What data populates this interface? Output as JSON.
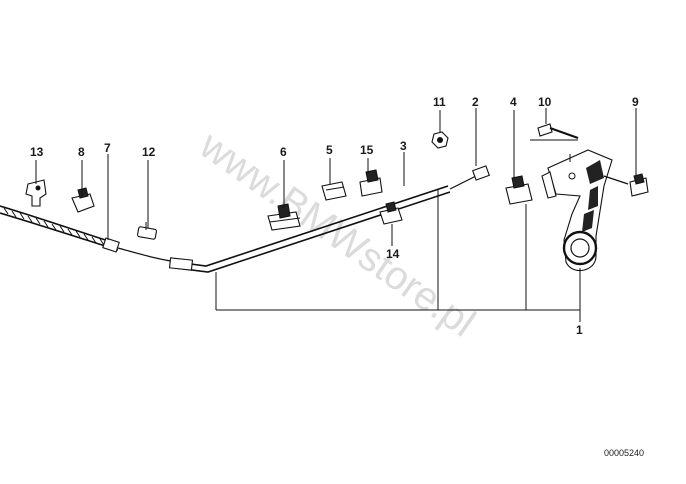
{
  "watermark": "www.BMWstore.pl",
  "reference_code": "00005240",
  "callouts": {
    "c1": "1",
    "c2": "2",
    "c3": "3",
    "c4": "4",
    "c5": "5",
    "c6": "6",
    "c7": "7",
    "c8": "8",
    "c9": "9",
    "c10": "10",
    "c11": "11",
    "c12": "12",
    "c13": "13",
    "c14": "14",
    "c15": "15"
  }
}
